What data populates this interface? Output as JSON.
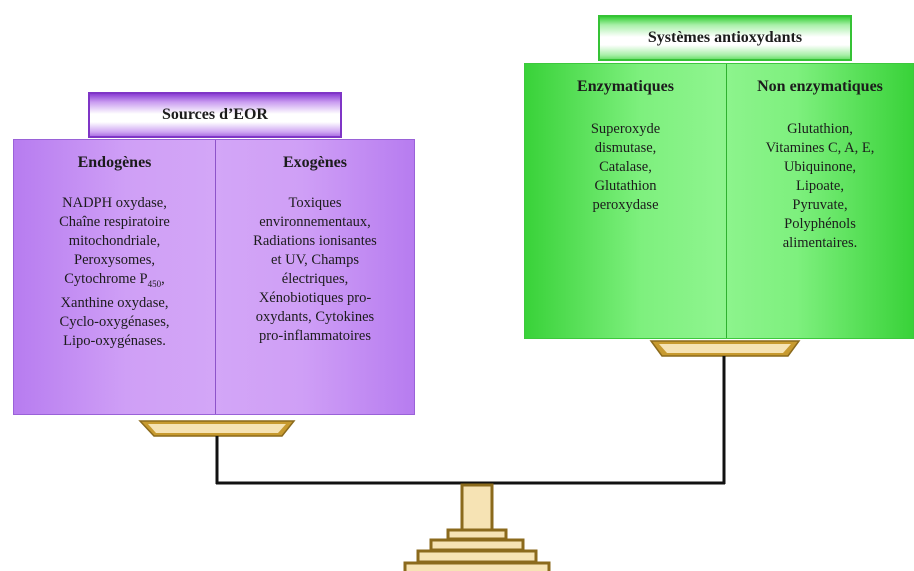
{
  "sources": {
    "title": "Sources d’EOR",
    "left": {
      "heading": "Endogènes",
      "items": [
        "NADPH oxydase,",
        "Chaîne respiratoire",
        "mitochondriale,",
        "Peroxysomes,",
        "Cytochrome P",
        "Xanthine oxydase,",
        "Cyclo-oxygénases,",
        "Lipo-oxygénases."
      ],
      "cyto_sub": "450",
      "cyto_tail": ","
    },
    "right": {
      "heading": "Exogènes",
      "items": [
        "Toxiques",
        "environnementaux,",
        "Radiations ionisantes",
        "et UV, Champs",
        "électriques,",
        "Xénobiotiques pro-",
        "oxydants, Cytokines",
        "pro-inflammatoires"
      ]
    }
  },
  "antioxidants": {
    "title": "Systèmes antioxydants",
    "left": {
      "heading": "Enzymatiques",
      "items": [
        "Superoxyde",
        "dismutase,",
        "Catalase,",
        "Glutathion",
        "peroxydase"
      ]
    },
    "right": {
      "heading": "Non enzymatiques",
      "items": [
        "Glutathion,",
        "Vitamines C, A, E,",
        "Ubiquinone,",
        "Lipoate,",
        "Pyruvate,",
        "Polyphénols",
        "alimentaires."
      ]
    }
  },
  "colors": {
    "purple": "#c48cf2",
    "green": "#6fe86f",
    "gold": "#c79a2f",
    "beam": "#111111"
  }
}
